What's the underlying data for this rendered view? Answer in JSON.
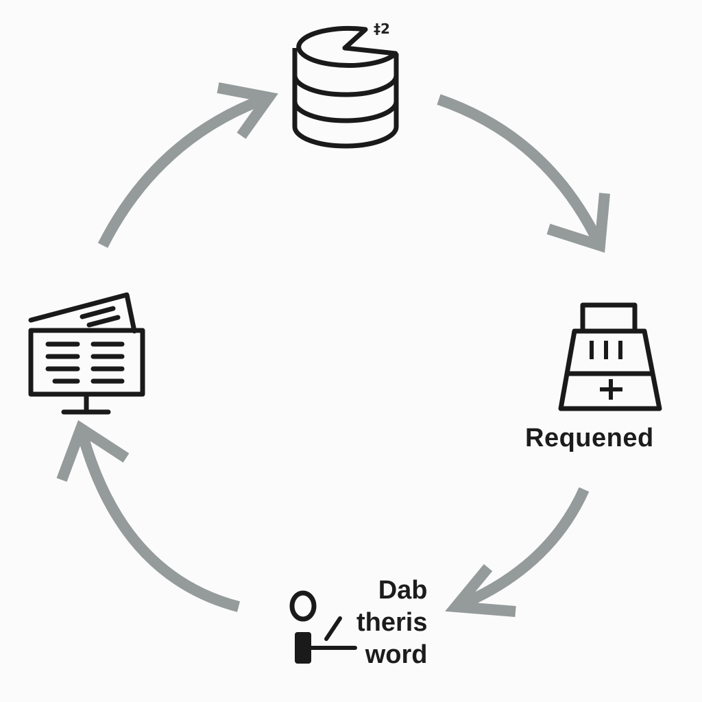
{
  "diagram": {
    "style": {
      "arrow_color": "#949b9a",
      "icon_color": "#1a1a1a",
      "background": "#fbfbfb"
    },
    "nodes": [
      {
        "id": "database",
        "icon": "database-icon",
        "annotation": "‡2"
      },
      {
        "id": "register",
        "icon": "cash-register-icon",
        "label": "Requened"
      },
      {
        "id": "user",
        "icon": "user-pen-icon",
        "label_lines": [
          "Dab",
          "theris",
          "word"
        ]
      },
      {
        "id": "monitor",
        "icon": "monitor-document-icon"
      }
    ],
    "cycle": [
      "database",
      "register",
      "user",
      "monitor",
      "database"
    ]
  }
}
